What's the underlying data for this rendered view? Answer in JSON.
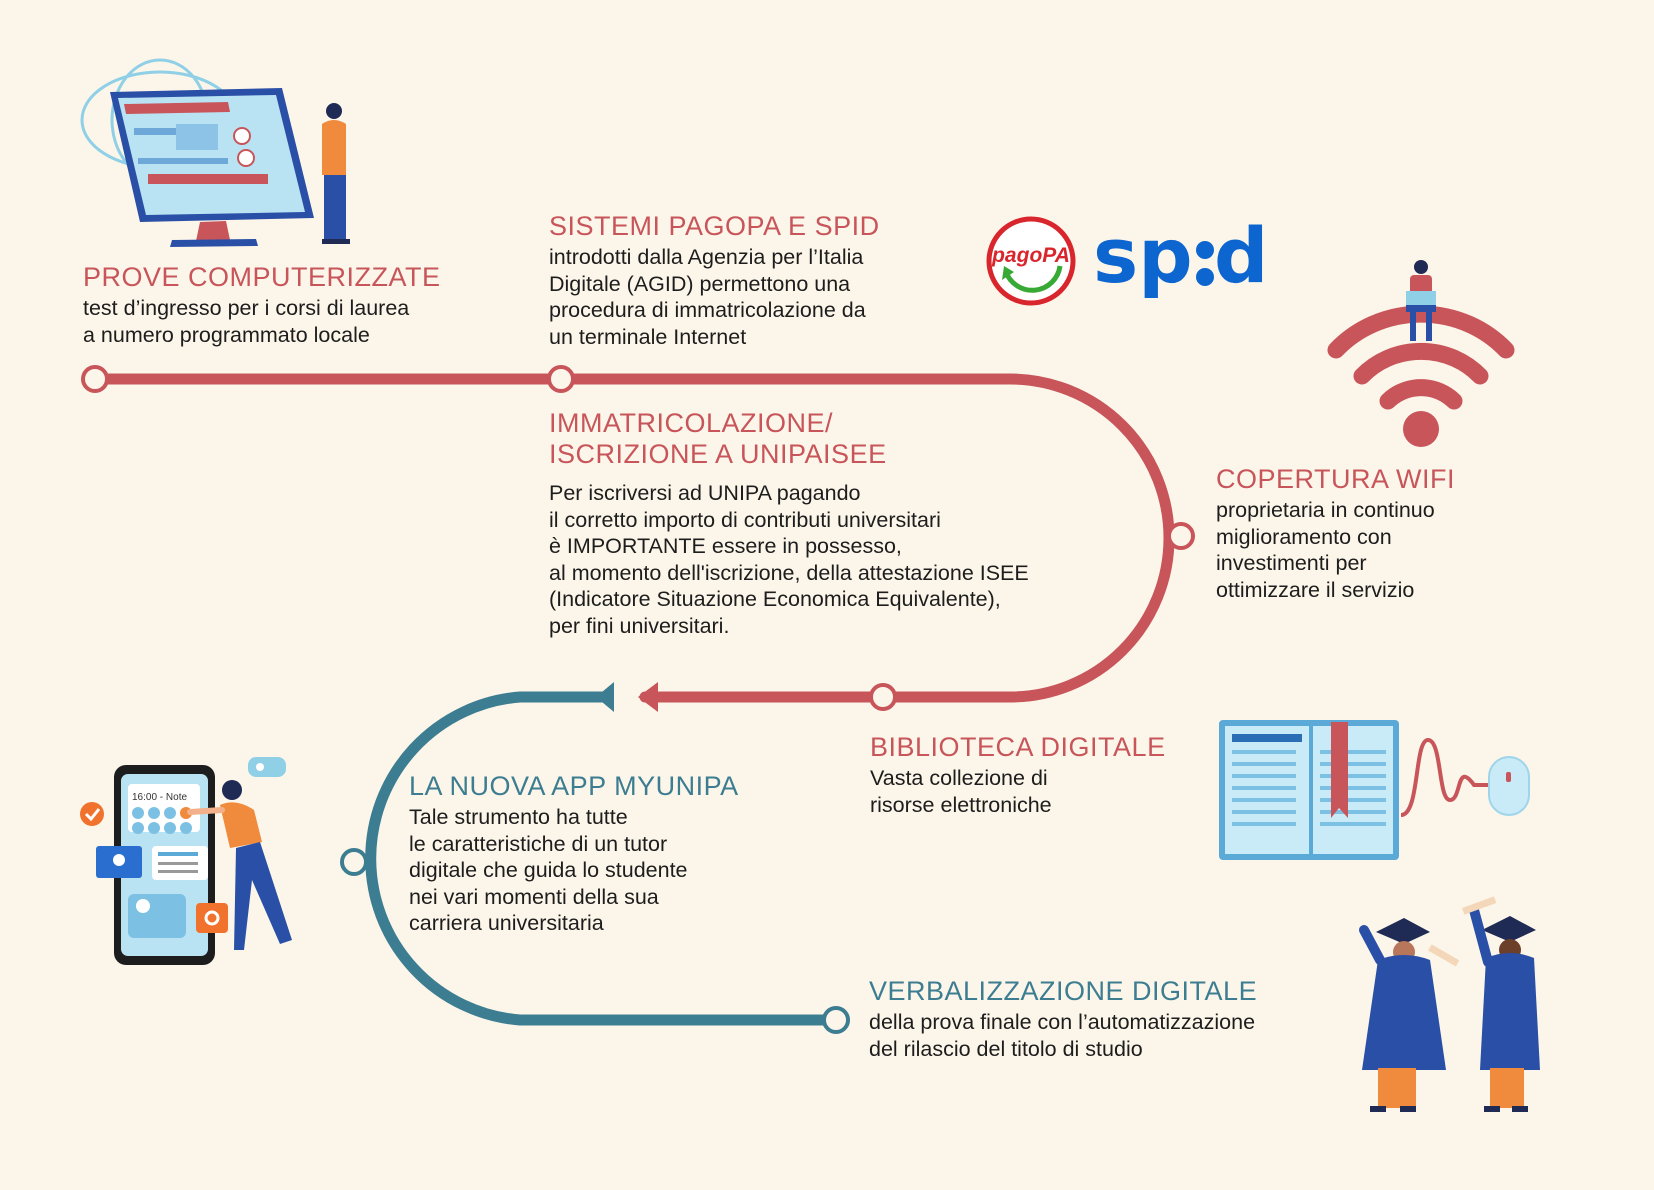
{
  "colors": {
    "background": "#fcf6ea",
    "accent_red": "#c8555a",
    "accent_teal": "#3d7d91",
    "spid_blue": "#0d66d0"
  },
  "logos": {
    "pagopa": "pagoPA",
    "spid_prefix": "sp",
    "spid_suffix": "d"
  },
  "icons": {
    "computer_scene": "computer-monitor-person-illustration",
    "wifi": "wifi-person-illustration",
    "phone": "smartphone-app-person-illustration",
    "phone_note": "16:00 - Note",
    "book": "digital-book-mouse-illustration",
    "graduates": "graduates-illustration"
  },
  "milestones": {
    "prove": {
      "title": "PROVE COMPUTERIZZATE",
      "body": "test d’ingresso per i corsi di laurea\na numero programmato locale"
    },
    "sistemi": {
      "title": "SISTEMI PAGOPA E SPID",
      "body": "introdotti dalla Agenzia per l’Italia\nDigitale (AGID) permettono una\nprocedura di immatricolazione da\nun terminale Internet"
    },
    "immatricolazione": {
      "title": "IMMATRICOLAZIONE/\nISCRIZIONE A UNIPAISEE",
      "body": "Per iscriversi ad UNIPA pagando\nil corretto importo di contributi universitari\nè IMPORTANTE essere in possesso,\nal momento dell'iscrizione, della attestazione ISEE\n(Indicatore Situazione Economica Equivalente),\nper fini universitari."
    },
    "wifi": {
      "title": "COPERTURA WIFI",
      "body": "proprietaria in continuo\nmiglioramento con\ninvestimenti per\nottimizzare il servizio"
    },
    "biblioteca": {
      "title": "BIBLIOTECA DIGITALE",
      "body": "Vasta collezione di\nrisorse elettroniche"
    },
    "app": {
      "title": "LA NUOVA APP MYUNIPA",
      "body": "Tale strumento ha tutte\nle caratteristiche di un tutor\ndigitale che guida lo studente\nnei vari momenti della sua\ncarriera universitaria"
    },
    "verbalizzazione": {
      "title": "VERBALIZZAZIONE DIGITALE",
      "body": "della prova finale con l’automatizzazione\ndel rilascio del titolo di studio"
    }
  }
}
